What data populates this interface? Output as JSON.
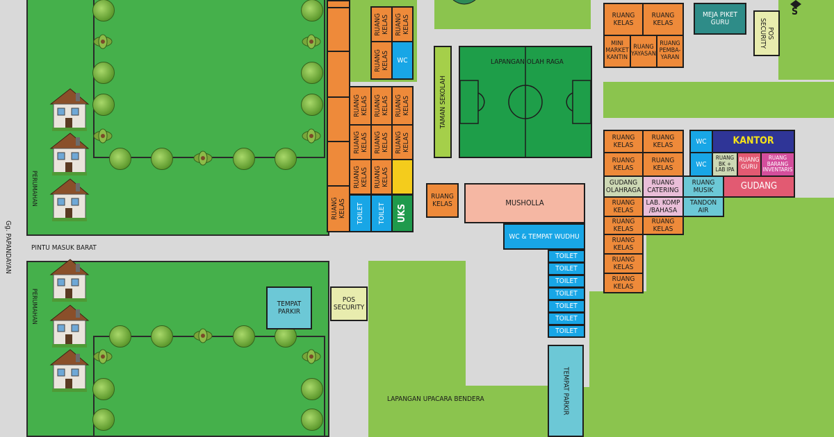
{
  "title": "Denah Sekolah",
  "colors": {
    "grass_dark": "#45b04b",
    "grass_light": "#8bc44e",
    "road": "#d9d9d9",
    "field": "#1e9e49",
    "building_class": "#ee8a3a",
    "toilet": "#18a6e6"
  },
  "labels": {
    "street": "Gg. PAPANDAYAN",
    "west_gate": "PINTU MASUK BARAT",
    "housing_top": "PERUMAHAN",
    "housing_bottom": "PERUMAHAN",
    "ceremony_field": "LAPANGAN UPACARA BENDERA",
    "sports_field": "LAPANGAN  OLAH RAGA",
    "garden": "TAMAN SEKOLAH",
    "compass": "S"
  },
  "buildings": {
    "ruang_kelas": "RUANG\nKELAS",
    "ruang_kelas_v": "RUANG KELAS",
    "wc": "WC",
    "toilet": "TOILET",
    "uks": "UKS",
    "musholla": "MUSHOLLA",
    "wc_wudhu": "WC & TEMPAT WUDHU",
    "pos_security": "POS\nSECURITY",
    "pos_security_v": "POS SECURITY",
    "tempat_parkir": "TEMPAT\nPARKIR",
    "tempat_parkir_v": "TEMPAT PARKIR",
    "mini_market": "MINI\nMARKET\nKANTIN",
    "ruang_yayasan": "RUANG\nYAYASAN",
    "ruang_pembayaran": "RUANG\nPEMBA-\nYARAN",
    "meja_piket": "MEJA PIKET\nGURU",
    "kantor": "KANTOR",
    "ruang_bk": "RUANG\nBK +\nLAB IPA",
    "ruang_guru": "RUANG\nGURU",
    "ruang_barang": "RUANG\nBARANG\nINVENTARIS",
    "gudang_olahraga": "GUDANG\nOLAHRAGA",
    "ruang_catering": "RUANG\nCATERING",
    "ruang_musik": "RUANG\nMUSIK",
    "gudang": "GUDANG",
    "lab_komp": "LAB. KOMP\n/BAHASA",
    "tandon_air": "TANDON AIR"
  },
  "icons": [
    "house-icon",
    "tree-icon",
    "palm-icon",
    "compass-icon"
  ]
}
